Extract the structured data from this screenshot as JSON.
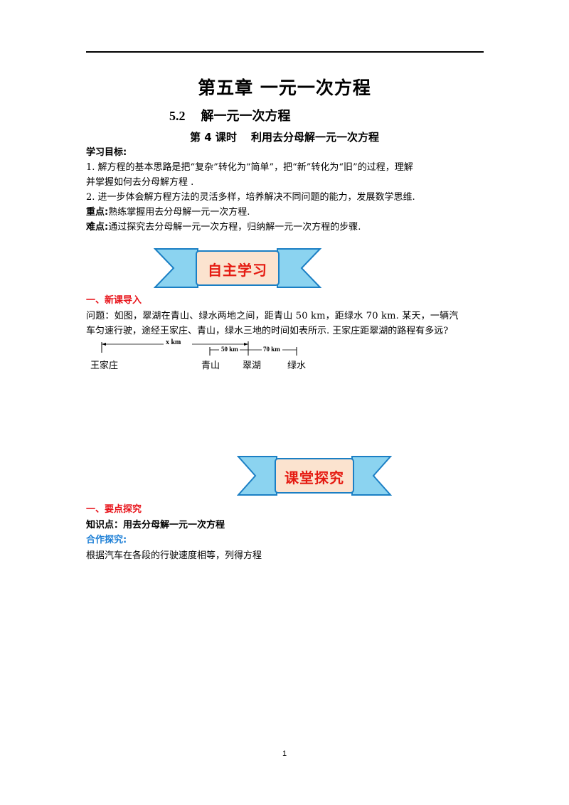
{
  "chapter_title": "第五章  一元一次方程",
  "section": {
    "number": "5.2",
    "title": "解一元一次方程"
  },
  "lesson": {
    "label": "第 4 课时",
    "title": "利用去分母解一元一次方程"
  },
  "objectives": {
    "heading": "学习目标:",
    "items": [
      "1. 解方程的基本思路是把“复杂”转化为“简单”，把“新”转化为“旧”的过程，理解",
      "并掌握如何去分母解方程  .",
      "2. 进一步体会解方程方法的灵活多样，培养解决不同问题的能力，发展数学思维."
    ]
  },
  "key_point": {
    "label": "重点:",
    "text": "熟练掌握用去分母解一元一次方程."
  },
  "difficulty": {
    "label": "难点:",
    "text": "通过探究去分母解一元一次方程，归纳解一元一次方程的步骤."
  },
  "banner1": {
    "text": "自主学习"
  },
  "intro": {
    "heading": "一、新课导入",
    "lines": [
      "问题：如图，翠湖在青山、绿水两地之间，距青山  50  km，距绿水  70  km. 某天，一辆汽",
      "车匀速行驶，途经王家庄、青山，绿水三地的时间如表所示. 王家庄距翠湖的路程有多远?"
    ]
  },
  "diagram": {
    "x_label": "x km",
    "seg1_label": "50 km",
    "seg2_label": "70 km",
    "places": [
      "王家庄",
      "青山",
      "翠湖",
      "绿水"
    ]
  },
  "banner2": {
    "text": "课堂探究"
  },
  "explore": {
    "heading": "一、要点探究",
    "knowledge": "知识点：用去分母解一元一次方程",
    "coop": "合作探究:",
    "text": "根据汽车在各段的行驶速度相等，列得方程"
  },
  "page_number": "1",
  "colors": {
    "red": "#e8141b",
    "blue": "#1d7fd6",
    "banner_fill": "#8bd3f0",
    "banner_center": "#fbe3cf"
  }
}
